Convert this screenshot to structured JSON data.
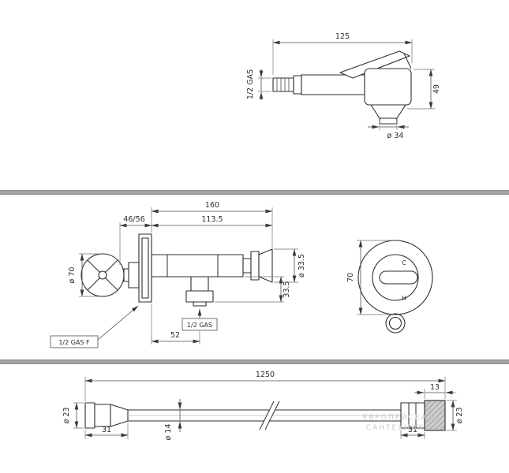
{
  "drawing": {
    "handshower": {
      "length": "125",
      "inlet_thread": "1/2 GAS",
      "head_height": "49",
      "outlet_diameter": "ø 34"
    },
    "valve": {
      "total_length": "160",
      "wall_depth_range": "46/56",
      "body_length": "113.5",
      "handle_diameter": "ø 70",
      "spout_diameter": "ø 33.5",
      "outlet_drop": "33.5",
      "outlet_offset": "52",
      "inlet_thread": "1/2 GAS F",
      "outlet_thread": "1/2 GAS",
      "face_diameter": "70",
      "cold_mark": "C",
      "hot_mark": "H"
    },
    "hose": {
      "length": "1250",
      "end_width": "13",
      "left_nut_diameter": "ø 23",
      "left_nut_length": "31",
      "hose_diameter": "ø 14",
      "right_nut_length": "31",
      "right_nut_diameter": "ø 23"
    }
  },
  "watermark": {
    "line1": "ЕВРОПЕЙСКАЯ",
    "line2": "САНТЕХНИКА"
  }
}
